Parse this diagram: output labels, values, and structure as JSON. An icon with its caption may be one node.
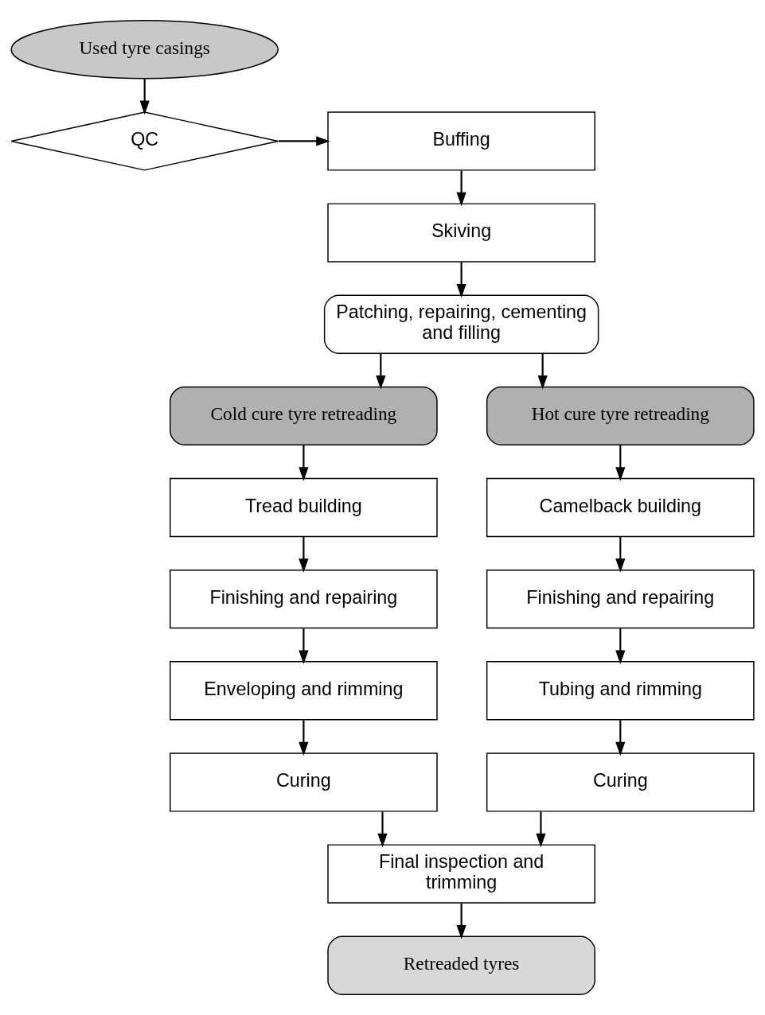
{
  "diagram": {
    "nodes": [
      {
        "text": [
          "Used tyre casings"
        ]
      },
      {
        "text": [
          "QC"
        ]
      },
      {
        "text": [
          "Buffing"
        ]
      },
      {
        "text": [
          "Skiving"
        ]
      },
      {
        "text": [
          "Patching, repairing, cementing and filling"
        ]
      },
      {
        "text": [
          "Cold cure tyre retreading"
        ]
      },
      {
        "text": [
          "Hot cure tyre retreading"
        ]
      },
      {
        "text": [
          "Tread building"
        ]
      },
      {
        "text": [
          "Finishing and repairing"
        ]
      },
      {
        "text": [
          "Enveloping and rimming"
        ]
      },
      {
        "text": [
          "Curing"
        ]
      },
      {
        "text": [
          "Camelback building"
        ]
      },
      {
        "text": [
          "Finishing and repairing"
        ]
      },
      {
        "text": [
          "Tubing and rimming"
        ]
      },
      {
        "text": [
          "Curing"
        ]
      },
      {
        "text": [
          "Final inspection and trimming"
        ]
      },
      {
        "text": [
          "Retreaded tyres"
        ]
      }
    ],
    "edges": [
      {
        "from": 0,
        "to": 1,
        "arrow": "to"
      },
      {
        "from": 1,
        "to": 2,
        "arrow": "to"
      },
      {
        "from": 2,
        "to": 3,
        "arrow": "to"
      },
      {
        "from": 3,
        "to": 4,
        "arrow": "to"
      },
      {
        "from": 4,
        "to": 5,
        "arrow": "to"
      },
      {
        "from": 4,
        "to": 6,
        "arrow": "to"
      },
      {
        "from": 5,
        "to": 7,
        "arrow": "to"
      },
      {
        "from": 7,
        "to": 8,
        "arrow": "to"
      },
      {
        "from": 8,
        "to": 9,
        "arrow": "to"
      },
      {
        "from": 9,
        "to": 10,
        "arrow": "to"
      },
      {
        "from": 6,
        "to": 11,
        "arrow": "to"
      },
      {
        "from": 11,
        "to": 12,
        "arrow": "to"
      },
      {
        "from": 12,
        "to": 13,
        "arrow": "to"
      },
      {
        "from": 13,
        "to": 14,
        "arrow": "to"
      },
      {
        "from": 10,
        "to": 15,
        "arrow": "to"
      },
      {
        "from": 14,
        "to": 15,
        "arrow": "to"
      },
      {
        "from": 15,
        "to": 16,
        "arrow": "to"
      }
    ]
  }
}
